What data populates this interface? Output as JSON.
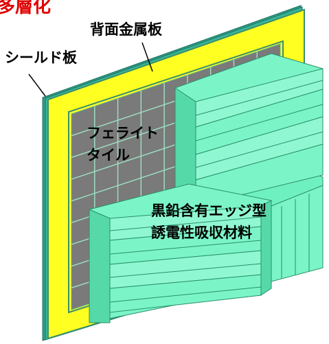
{
  "title": "多層化",
  "labels": {
    "back_plate": "背面金属板",
    "shield_plate": "シールド板",
    "ferrite_line1": "フェライト",
    "ferrite_line2": "タイル",
    "absorber_line1": "黒鉛含有エッジ型",
    "absorber_line2": "誘電性吸収材料"
  },
  "colors": {
    "title": "#e00000",
    "shield_plate": "#2fa08a",
    "back_metal_plate": "#ffff22",
    "ferrite_tile": "#7a7a7a",
    "grid_line": "#9ee3c3",
    "absorber": "#7bf5c8",
    "absorber_shadow": "#55d9a8",
    "absorber_edge": "#2a8f6a"
  }
}
